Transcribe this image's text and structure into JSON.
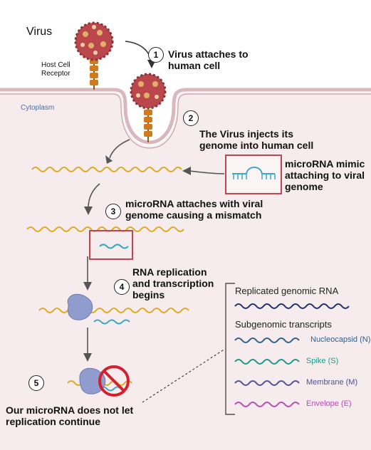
{
  "labels": {
    "virus": "Virus",
    "host_cell_receptor_line1": "Host Cell",
    "host_cell_receptor_line2": "Receptor",
    "cytoplasm": "Cytoplasm"
  },
  "steps": [
    {
      "number": "1",
      "text_line1": "Virus attaches to",
      "text_line2": "human cell"
    },
    {
      "number": "2",
      "text_line1": "The Virus injects its",
      "text_line2": "genome into human cell"
    },
    {
      "number": "3",
      "text_line1": "microRNA attaches with viral",
      "text_line2": "genome causing a mismatch"
    },
    {
      "number": "4",
      "text_line1": "RNA replication",
      "text_line2": "and transcription",
      "text_line3": "begins"
    },
    {
      "number": "5",
      "text_line1": "Our microRNA does not let",
      "text_line2": "replication continue"
    }
  ],
  "mimic_box": {
    "line1": "microRNA mimic",
    "line2": "attaching to viral",
    "line3": "genome"
  },
  "legend": {
    "replicated_title": "Replicated genomic RNA",
    "subgenomic_title": "Subgenomic transcripts",
    "items": [
      {
        "label": "Nucleocapsid (N)",
        "color": "#2e5f8a"
      },
      {
        "label": "Spike (S)",
        "color": "#1a9a8a"
      },
      {
        "label": "Membrane (M)",
        "color": "#4e4f96"
      },
      {
        "label": "Envelope (E)",
        "color": "#b34db0"
      }
    ],
    "replicated_color": "#1f2f6e"
  },
  "colors": {
    "cell_background": "#f6ecee",
    "membrane": "#d9b7bd",
    "viral_rna": "#e0a821",
    "mirna": "#3aa9c2",
    "highlight_box": "#c0454f",
    "polymerase": "#8f9ccd",
    "prohibition": "#d61f2c"
  }
}
